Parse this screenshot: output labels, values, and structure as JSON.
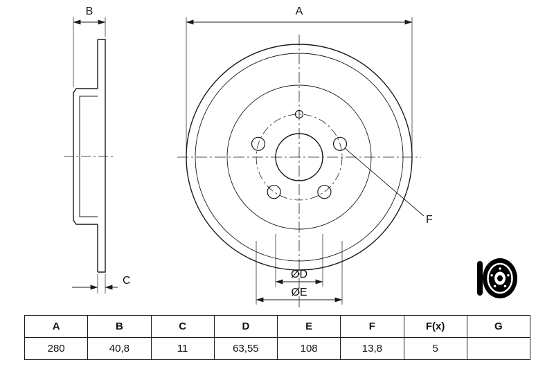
{
  "drawing": {
    "dimension_labels": {
      "a": "A",
      "b": "B",
      "c": "C",
      "f": "F",
      "d": "ØD",
      "e": "ØE"
    },
    "icons": {
      "thumbnail": "brake-disc-icon"
    }
  },
  "table": {
    "headers": [
      "A",
      "B",
      "C",
      "D",
      "E",
      "F",
      "F(x)",
      "G"
    ],
    "values": [
      "280",
      "40,8",
      "11",
      "63,55",
      "108",
      "13,8",
      "5",
      ""
    ]
  },
  "colors": {
    "line": "#1a1a1a",
    "background": "#ffffff",
    "icon_fill": "#000000"
  }
}
